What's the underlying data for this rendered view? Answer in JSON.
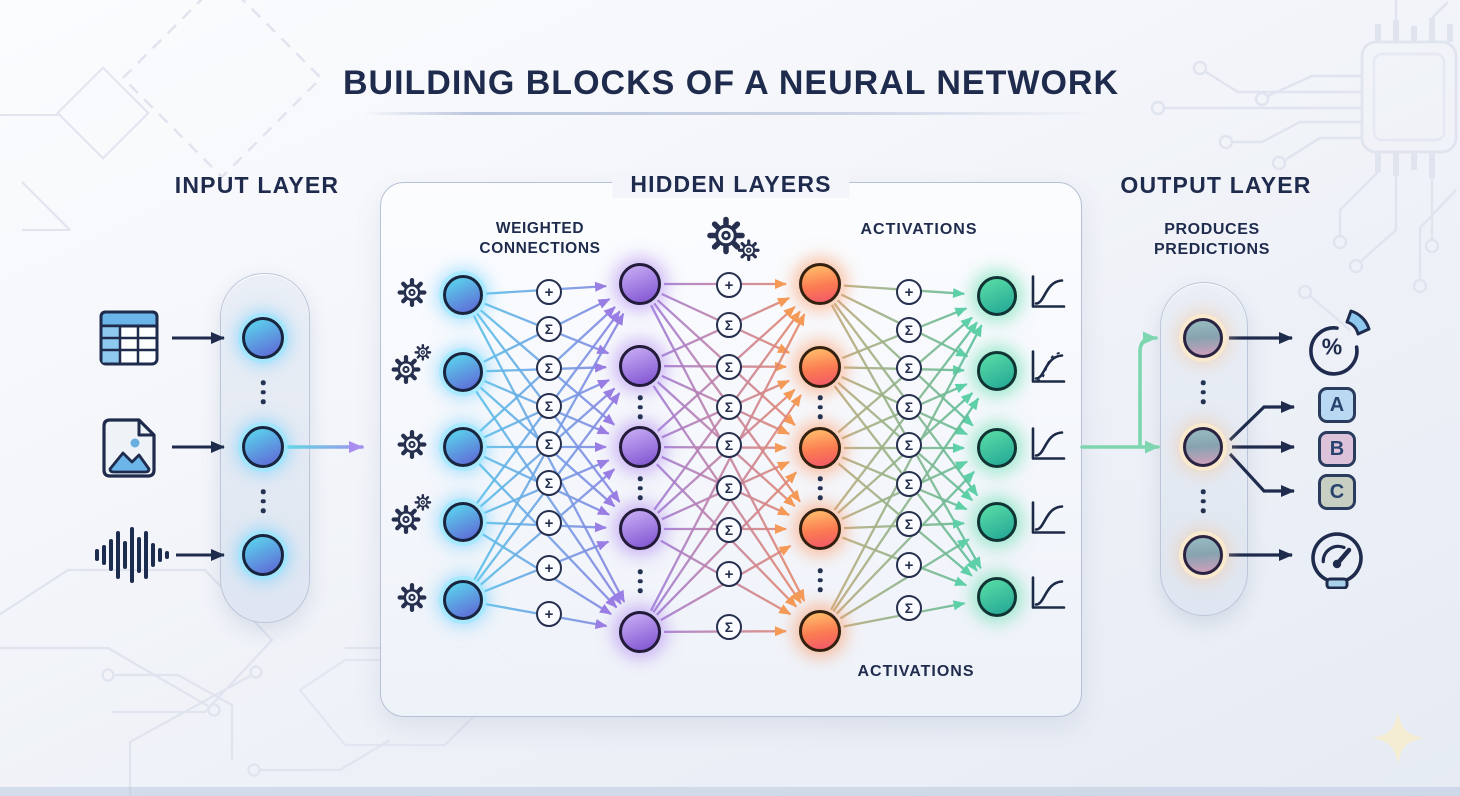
{
  "header": {
    "title": "BUILDING BLOCKS OF A NEURAL NETWORK"
  },
  "input_layer": {
    "title": "INPUT LAYER",
    "source_icons": [
      "data-table-icon",
      "image-file-icon",
      "audio-waveform-icon"
    ]
  },
  "hidden_layers": {
    "title": "HIDDEN LAYERS",
    "label_weighted_line1": "WEIGHTED",
    "label_weighted_line2": "CONNECTIONS",
    "label_activations_top": "ACTIVATIONS",
    "label_activations_bottom": "ACTIVATIONS",
    "symbol_columns": [
      [
        "+",
        "Σ",
        "Σ",
        "Σ",
        "Σ",
        "Σ",
        "+",
        "+",
        "+"
      ],
      [
        "+",
        "Σ",
        "Σ",
        "Σ",
        "Σ",
        "Σ",
        "Σ",
        "+",
        "Σ"
      ],
      [
        "+",
        "Σ",
        "Σ",
        "Σ",
        "Σ",
        "Σ",
        "Σ",
        "+",
        "Σ"
      ]
    ],
    "node_columns": [
      {
        "color_name": "blue",
        "node_count": 5,
        "decoration": "gear-icons"
      },
      {
        "color_name": "purple",
        "node_count": 5
      },
      {
        "color_name": "orange",
        "node_count": 5
      },
      {
        "color_name": "green",
        "node_count": 5,
        "decoration": "activation-curve-icons"
      }
    ]
  },
  "output_layer": {
    "title": "OUTPUT LAYER",
    "subtitle_line1": "PRODUCES",
    "subtitle_line2": "PREDICTIONS",
    "node_count": 3,
    "percent_symbol": "%",
    "class_labels": [
      "A",
      "B",
      "C"
    ],
    "result_icons": [
      "pie-chart-percent-icon",
      "class-badges",
      "gauge-icon"
    ]
  },
  "colors": {
    "navy": "#1f2b4d",
    "panel_border": "#b6c0d6",
    "node_blue_top": "#5bc9ea",
    "node_blue_bottom": "#5f6fd8",
    "node_purple_top": "#c2a7f2",
    "node_purple_bottom": "#8a5fd6",
    "node_orange_top": "#ffb869",
    "node_orange_bottom": "#f2566b",
    "node_green_top": "#52d6a4",
    "node_green_bottom": "#28ab97",
    "node_output_top": "#93b6bd",
    "node_output_bottom": "#cb9fba",
    "conn_blue_purple_start": "#56c6e8",
    "conn_blue_purple_end": "#8f7ae0",
    "conn_purple_orange_start": "#9b7ce0",
    "conn_purple_orange_end": "#ef8a5c",
    "conn_orange_green_start": "#c9a878",
    "conn_orange_green_end": "#4cc2a0",
    "arrow_purple": "#9a7ee4",
    "arrow_orange": "#f49a57",
    "arrow_green": "#5fd0a8",
    "green_connector": "#7dd6af",
    "class_a_bg": "#b9d9f2",
    "class_b_bg": "#dcc3da",
    "class_c_bg": "#c6cfc2",
    "pie_slice_fill": "#8ec8ef",
    "gauge_base_fill": "#a9d2ea",
    "decor_line": "#e0e4ef"
  }
}
